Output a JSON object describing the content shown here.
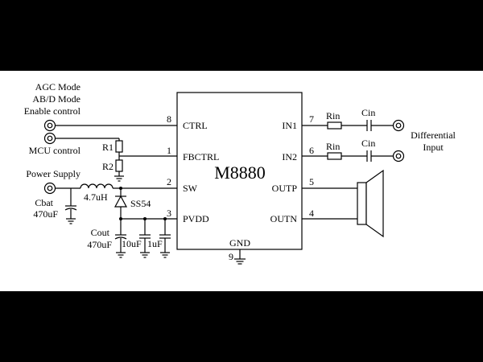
{
  "chip": {
    "name": "M8880",
    "pins": {
      "ctrl": {
        "num": "8",
        "label": "CTRL"
      },
      "fbctrl": {
        "num": "1",
        "label": "FBCTRL"
      },
      "sw": {
        "num": "2",
        "label": "SW"
      },
      "pvdd": {
        "num": "3",
        "label": "PVDD"
      },
      "in1": {
        "num": "7",
        "label": "IN1"
      },
      "in2": {
        "num": "6",
        "label": "IN2"
      },
      "outp": {
        "num": "5",
        "label": "OUTP"
      },
      "outn": {
        "num": "4",
        "label": "OUTN"
      },
      "gnd": {
        "num": "9",
        "label": "GND"
      }
    }
  },
  "labels": {
    "agc_mode": "AGC Mode",
    "abd_mode": "AB/D Mode",
    "enable_control": "Enable control",
    "mcu_control": "MCU control",
    "power_supply": "Power Supply",
    "differential": "Differential",
    "input": "Input"
  },
  "components": {
    "r1": "R1",
    "r2": "R2",
    "inductor": "4.7uH",
    "diode": "SS54",
    "cbat_name": "Cbat",
    "cbat_value": "470uF",
    "cout_name": "Cout",
    "cout_value": "470uF",
    "c10": "10uF",
    "c1": "1uF",
    "rin1": "Rin",
    "rin2": "Rin",
    "cin1": "Cin",
    "cin2": "Cin"
  },
  "colors": {
    "background": "#000000",
    "panel": "#ffffff",
    "ink": "#000000"
  }
}
